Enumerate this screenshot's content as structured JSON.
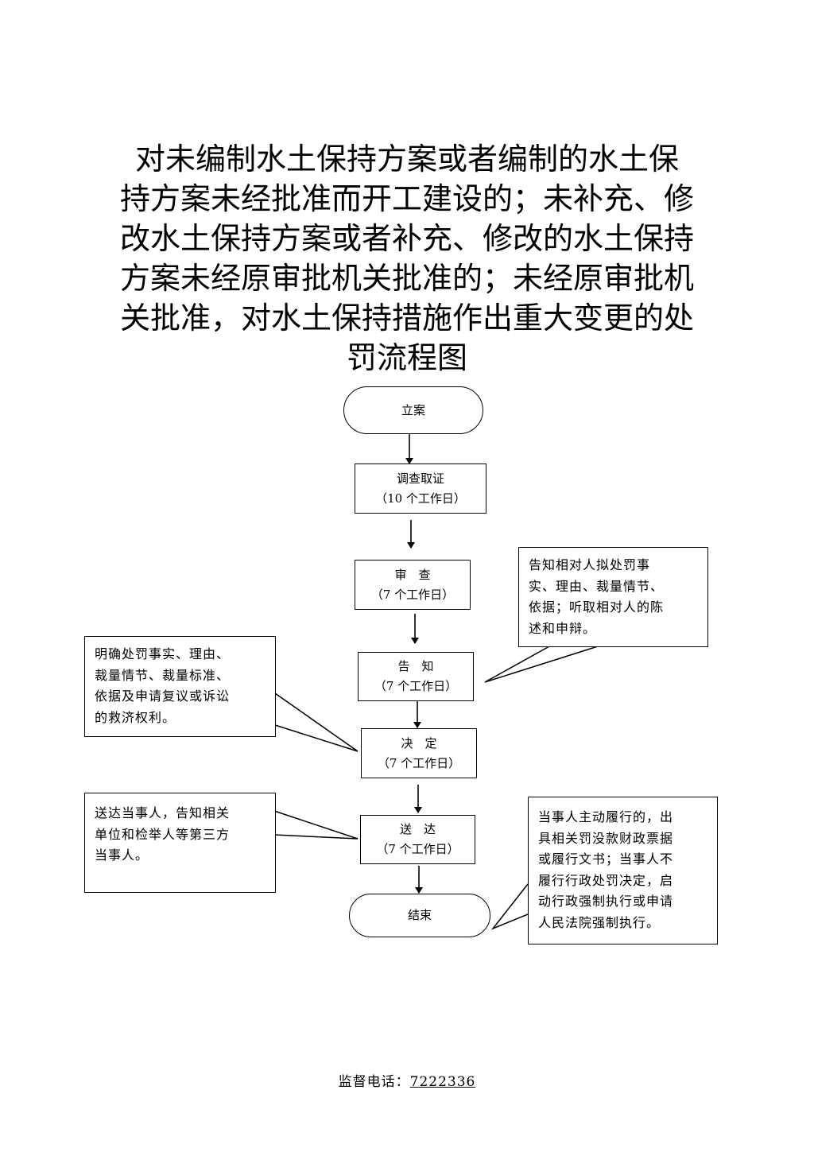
{
  "title": {
    "lines": [
      "对未编制水土保持方案或者编制的水土保",
      "持方案未经批准而开工建设的；未补充、修",
      "改水土保持方案或者补充、修改的水土保持",
      "方案未经原审批机关批准的；未经原审批机",
      "关批准，对水土保持措施作出重大变更的处",
      "罚流程图"
    ]
  },
  "nodes": {
    "start": {
      "label": "立案"
    },
    "investigate": {
      "label": "调查取证",
      "duration": "（10 个工作日）"
    },
    "review": {
      "label": "审　查",
      "duration": "（7 个工作日）"
    },
    "notify": {
      "label": "告　知",
      "duration": "（7 个工作日）"
    },
    "decide": {
      "label": "决　定",
      "duration": "（7 个工作日）"
    },
    "deliver": {
      "label": "送　达",
      "duration": "（7 个工作日）"
    },
    "end": {
      "label": "结束"
    }
  },
  "notes": {
    "notify_note": {
      "lines": [
        "告知相对人拟处罚事",
        "实、理由、裁量情节、",
        "依据；听取相对人的陈",
        "述和申辩。"
      ]
    },
    "decide_note": {
      "lines": [
        "明确处罚事实、理由、",
        "裁量情节、裁量标准、",
        "依据及申请复议或诉讼",
        "的救济权利。"
      ]
    },
    "deliver_note": {
      "lines": [
        "送达当事人，告知相关",
        "单位和检举人等第三方",
        "当事人。"
      ]
    },
    "end_note": {
      "lines": [
        "当事人主动履行的，出",
        "具相关罚没款财政票据",
        "或履行文书；当事人不",
        "履行行政处罚决定，启",
        "动行政强制执行或申请",
        "人民法院强制执行。"
      ]
    }
  },
  "footer": {
    "label": "监督电话：",
    "phone": "7222336"
  }
}
